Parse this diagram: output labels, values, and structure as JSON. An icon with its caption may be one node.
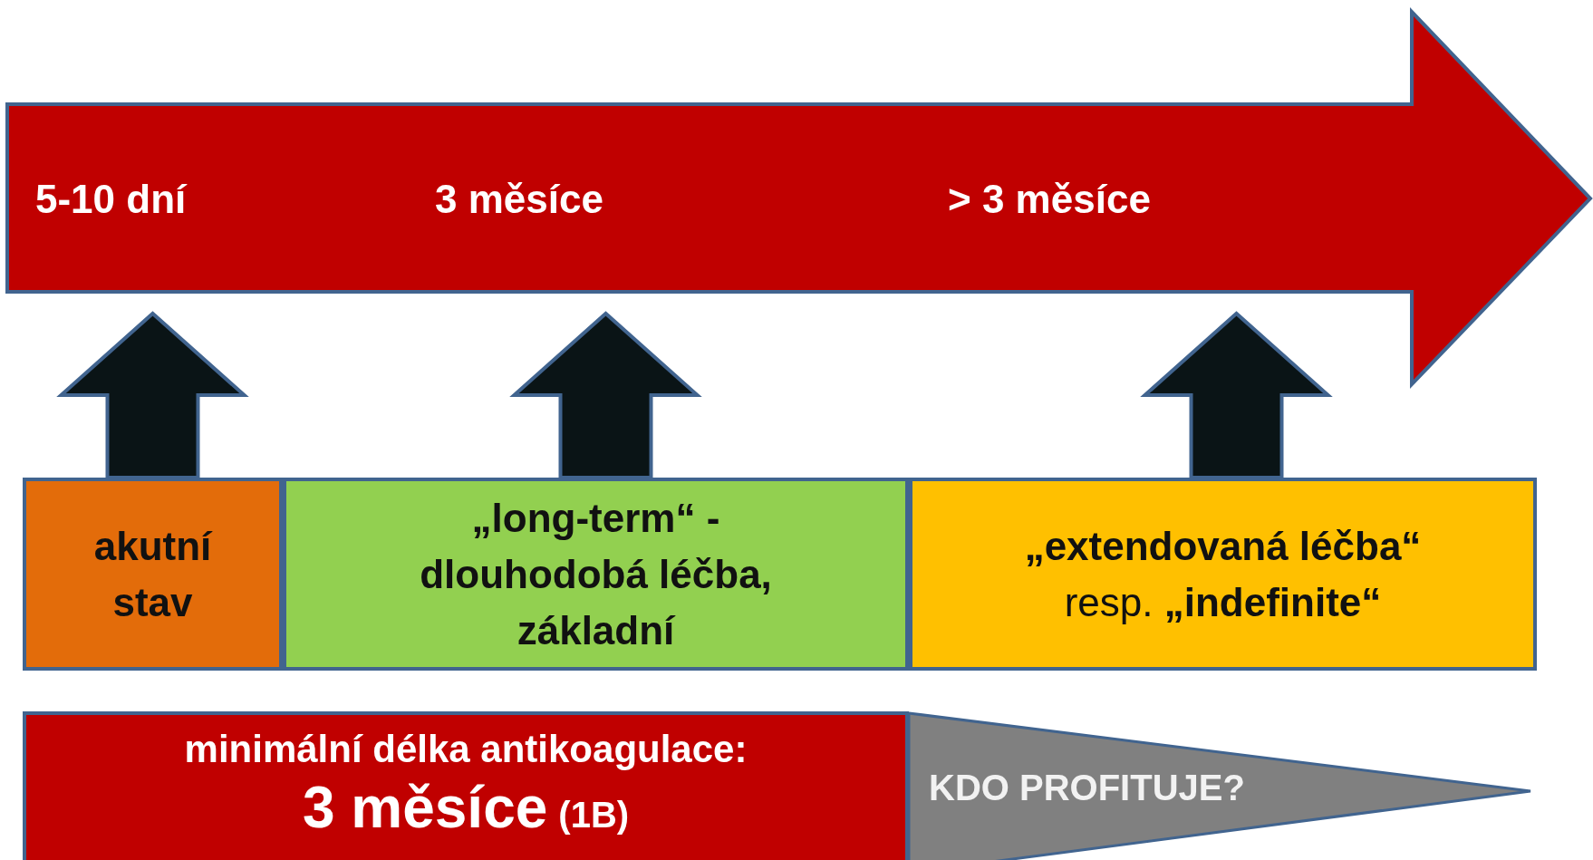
{
  "diagram": {
    "nodes": [
      {
        "text": [
          "5-10 dní",
          "3 měsíce",
          "> 3 měsíce"
        ]
      },
      {
        "text": [
          "akutní stav"
        ]
      },
      {
        "text": [
          "„long-term“ - dlouhodobá léčba, základní"
        ]
      },
      {
        "text": [
          "**„extendovaná léčba“** resp. **„indefinite“**"
        ]
      },
      {
        "text": [
          "minimální délka antikoagulace:",
          "3 měsíce",
          "(1B)"
        ]
      },
      {
        "text": [
          "KDO PROFITUJE?"
        ]
      }
    ],
    "edges": [
      {
        "from": 1,
        "to": 0,
        "arrow": "to"
      },
      {
        "from": 2,
        "to": 0,
        "arrow": "to"
      },
      {
        "from": 3,
        "to": 0,
        "arrow": "to"
      }
    ]
  }
}
